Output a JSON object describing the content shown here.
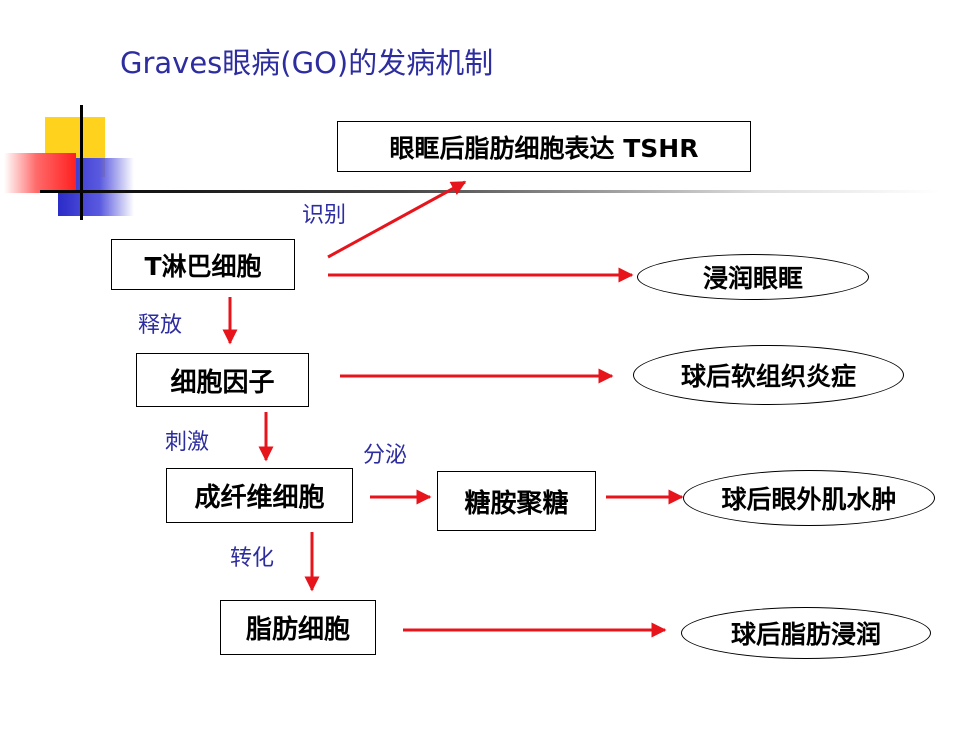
{
  "title": "Graves眼病(GO)的发病机制",
  "colors": {
    "title": "#2d2da0",
    "arrow": "#e8141c",
    "label": "#2d2da0",
    "deco_yellow": "#ffd21e",
    "deco_red": "#ff3b3b",
    "deco_blue": "#2b2bc8"
  },
  "nodes": {
    "tshr": "眼眶后脂肪细胞表达 TSHR",
    "tcell": "T淋巴细胞",
    "cytokine": "细胞因子",
    "fibroblast": "成纤维细胞",
    "gag": "糖胺聚糖",
    "adipocyte": "脂肪细胞"
  },
  "outcomes": {
    "infiltrate": "浸润眼眶",
    "inflammation": "球后软组织炎症",
    "edema": "球后眼外肌水肿",
    "fat_infiltrate": "球后脂肪浸润"
  },
  "edge_labels": {
    "recognize": "识别",
    "release": "释放",
    "stimulate": "刺激",
    "secrete": "分泌",
    "transform": "转化"
  }
}
